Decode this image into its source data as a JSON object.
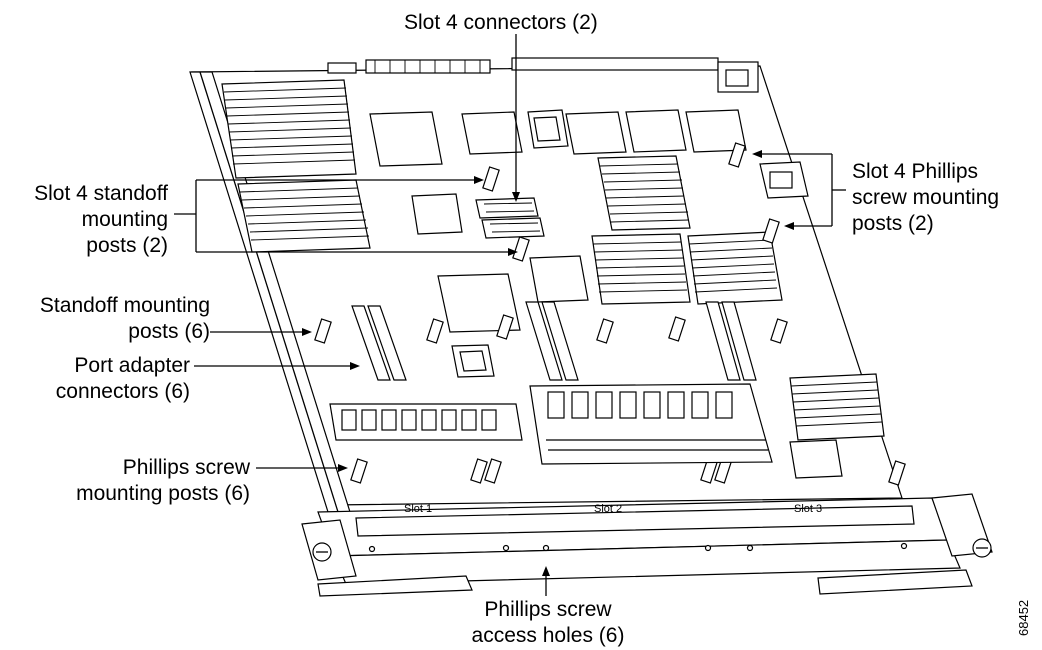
{
  "callouts": {
    "slot4_connectors": [
      "Slot 4 connectors (2)"
    ],
    "slot4_standoff": [
      "Slot 4 standoff",
      "mounting",
      "posts (2)"
    ],
    "slot4_phillips": [
      "Slot 4 Phillips",
      "screw mounting",
      "posts (2)"
    ],
    "standoff_posts": [
      "Standoff mounting",
      "posts (6)"
    ],
    "port_adapter": [
      "Port adapter",
      "connectors (6)"
    ],
    "phillips_posts": [
      "Phillips screw",
      "mounting posts (6)"
    ],
    "access_holes": [
      "Phillips screw",
      "access holes (6)"
    ]
  },
  "slot_labels": [
    "Slot 1",
    "Slot 2",
    "Slot 3"
  ],
  "figure_id": "68452"
}
